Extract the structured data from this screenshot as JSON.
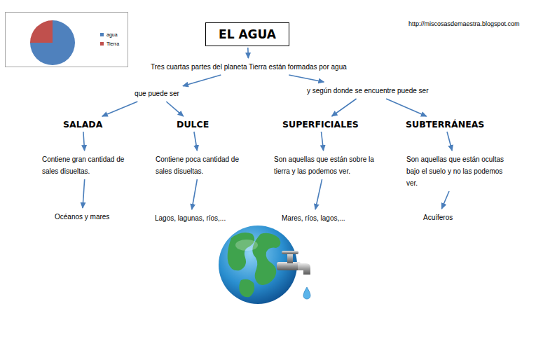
{
  "diagram": {
    "nodes": [
      {
        "text": [
          "EL AGUA"
        ]
      },
      {
        "text": [
          "Tres cuartas partes del planeta Tierra están formadas por agua"
        ]
      },
      {
        "text": [
          "que puede ser"
        ]
      },
      {
        "text": [
          "y según donde se encuentre puede ser"
        ]
      },
      {
        "text": [
          "SALADA"
        ]
      },
      {
        "text": [
          "DULCE"
        ]
      },
      {
        "text": [
          "SUPERFICIALES"
        ]
      },
      {
        "text": [
          "SUBTERRÁNEAS"
        ]
      },
      {
        "text": [
          "Contiene gran cantidad de sales disueltas."
        ]
      },
      {
        "text": [
          "Contiene poca cantidad de sales disueltas."
        ]
      },
      {
        "text": [
          "Son aquellas que están sobre la tierra y las podemos ver."
        ]
      },
      {
        "text": [
          "Son aquellas que están ocultas bajo el suelo y no las podemos ver."
        ]
      },
      {
        "text": [
          "Océanos y mares"
        ]
      },
      {
        "text": [
          "Lagos, lagunas, ríos,..."
        ]
      },
      {
        "text": [
          "Mares, ríos, lagos,..."
        ]
      },
      {
        "text": [
          "Acuíferos"
        ]
      }
    ],
    "edges": [
      {
        "from": 0,
        "to": 1,
        "arrow": "to"
      },
      {
        "from": 1,
        "to": 2,
        "arrow": "to"
      },
      {
        "from": 1,
        "to": 3,
        "arrow": "to"
      },
      {
        "from": 2,
        "to": 4,
        "arrow": "to"
      },
      {
        "from": 2,
        "to": 5,
        "arrow": "to"
      },
      {
        "from": 3,
        "to": 6,
        "arrow": "to"
      },
      {
        "from": 3,
        "to": 7,
        "arrow": "to"
      },
      {
        "from": 4,
        "to": 8,
        "arrow": "to"
      },
      {
        "from": 5,
        "to": 9,
        "arrow": "to"
      },
      {
        "from": 6,
        "to": 10,
        "arrow": "to"
      },
      {
        "from": 7,
        "to": 11,
        "arrow": "to"
      },
      {
        "from": 8,
        "to": 12,
        "arrow": "to"
      },
      {
        "from": 9,
        "to": 13,
        "arrow": "to"
      },
      {
        "from": 10,
        "to": 14,
        "arrow": "to"
      },
      {
        "from": 11,
        "to": 15,
        "arrow": "to"
      }
    ],
    "labels": [
      "http://miscosasdemaestra.blogspot.com"
    ],
    "legend": [
      {
        "text": "agua",
        "color": "#4f81bd"
      },
      {
        "text": "Tierra",
        "color": "#c0504d"
      }
    ]
  }
}
